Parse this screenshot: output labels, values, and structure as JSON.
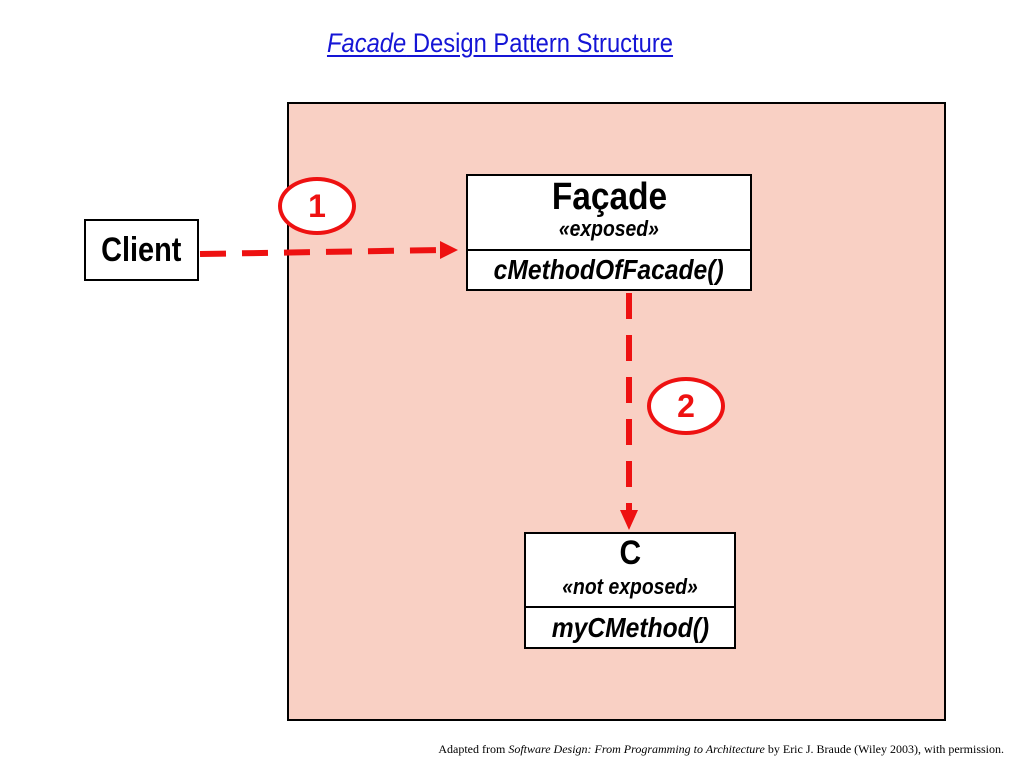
{
  "title": {
    "italic_part": "Facade",
    "rest": " Design Pattern Structure"
  },
  "client": {
    "label": "Client"
  },
  "facade_class": {
    "name": "Façade",
    "stereotype": "«exposed»",
    "operation": "cMethodOfFacade()"
  },
  "c_class": {
    "name": "C",
    "stereotype": "«not exposed»",
    "operation": "myCMethod()"
  },
  "steps": [
    "1",
    "2"
  ],
  "credit": {
    "prefix": "Adapted from ",
    "book": "Software Design: From Programming to Architecture",
    "suffix": " by Eric J. Braude (Wiley 2003), with permission."
  },
  "colors": {
    "title": "#1515d6",
    "subsystem_fill": "#f9d0c4",
    "arrow": "#ee1111"
  }
}
